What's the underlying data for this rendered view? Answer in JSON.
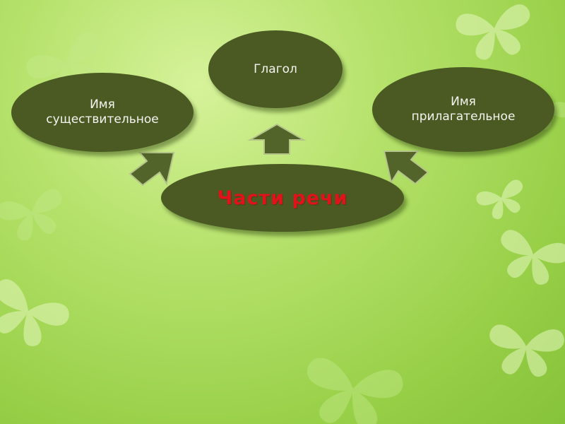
{
  "slide": {
    "background_color": "#a8d95a",
    "decoration": "butterfly-silhouettes"
  },
  "diagram": {
    "center": {
      "label": "Части речи",
      "color": "#e0131a"
    },
    "nodes": [
      {
        "id": "noun",
        "label": "Имя\nсуществительное"
      },
      {
        "id": "verb",
        "label": "Глагол"
      },
      {
        "id": "adjective",
        "label": "Имя\nприлагательное"
      }
    ],
    "node_color": "#4a5a22",
    "arrow_color": "#53642b"
  }
}
